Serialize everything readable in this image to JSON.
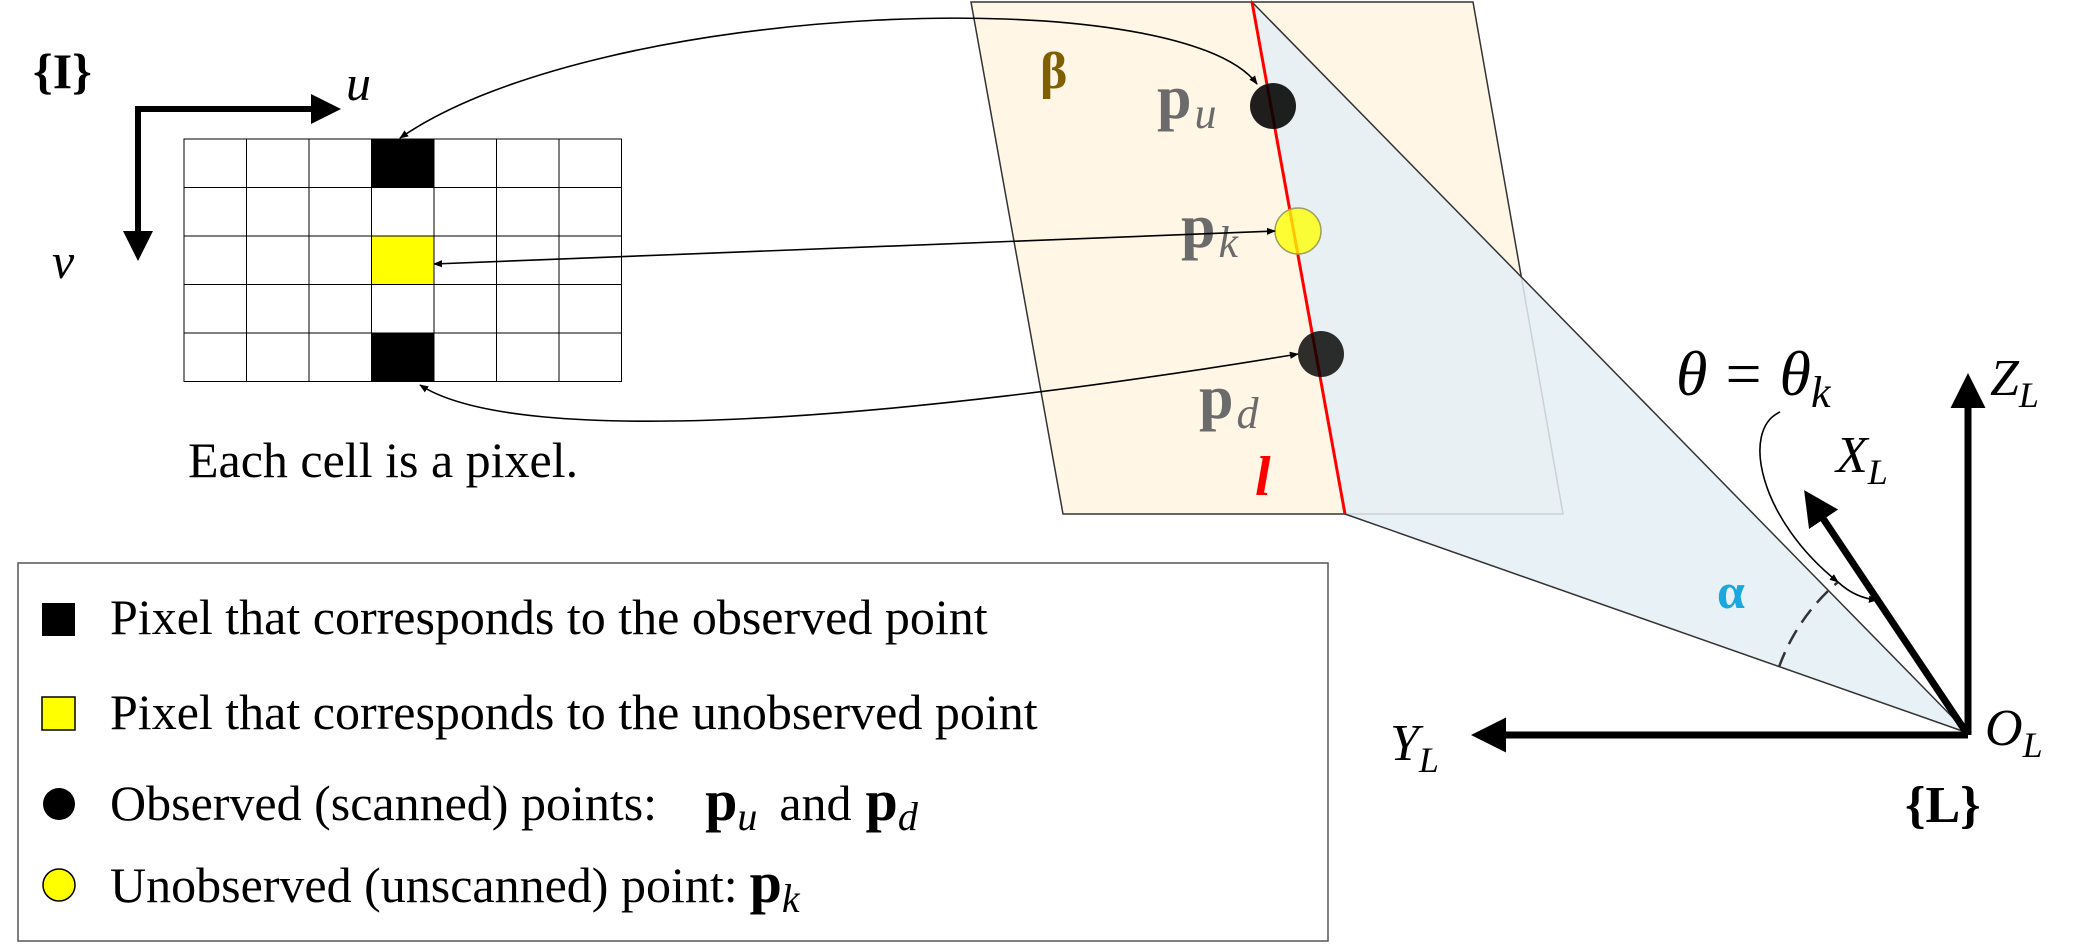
{
  "image_frame": {
    "label": "{I}",
    "u_axis": "u",
    "v_axis": "v",
    "caption": "Each cell is a pixel.",
    "grid": {
      "rows": 5,
      "cols": 7,
      "observed_cells": [
        [
          0,
          3
        ],
        [
          4,
          3
        ]
      ],
      "unobserved_cells": [
        [
          2,
          3
        ]
      ]
    }
  },
  "plane": {
    "label": "β",
    "line_label": "l",
    "points": [
      {
        "id": "pu",
        "main": "p",
        "sub": "u",
        "kind": "observed"
      },
      {
        "id": "pk",
        "main": "p",
        "sub": "k",
        "kind": "unobserved"
      },
      {
        "id": "pd",
        "main": "p",
        "sub": "d",
        "kind": "observed"
      }
    ]
  },
  "lidar_frame": {
    "label": "{L}",
    "origin": {
      "main": "O",
      "sub": "L"
    },
    "x_axis": {
      "main": "X",
      "sub": "L"
    },
    "y_axis": {
      "main": "Y",
      "sub": "L"
    },
    "z_axis": {
      "main": "Z",
      "sub": "L"
    },
    "angle_label": "α",
    "theta_eq": {
      "lhs": "θ",
      "eq": "=",
      "rhs": "θ",
      "rhs_sub": "k"
    }
  },
  "legend": {
    "observed_pixel": "Pixel that corresponds to the observed point",
    "unobserved_pixel": "Pixel that corresponds to the unobserved point",
    "observed_points_text": "Observed (scanned) points:",
    "observed_points_pu": {
      "main": "p",
      "sub": "u"
    },
    "observed_points_and": "and",
    "observed_points_pd": {
      "main": "p",
      "sub": "d"
    },
    "unobserved_point_text": "Unobserved (unscanned) point:",
    "unobserved_point_pk": {
      "main": "p",
      "sub": "k"
    }
  },
  "colors": {
    "observed": "#000000",
    "unobserved": "#ffff00",
    "plane_fill": "#fff6e6",
    "fan_fill": "#e4eff5",
    "line_l": "#ff0000",
    "beta": "#7f5f00",
    "alpha": "#1aa7e0",
    "point_label": "#6b6b6b"
  }
}
